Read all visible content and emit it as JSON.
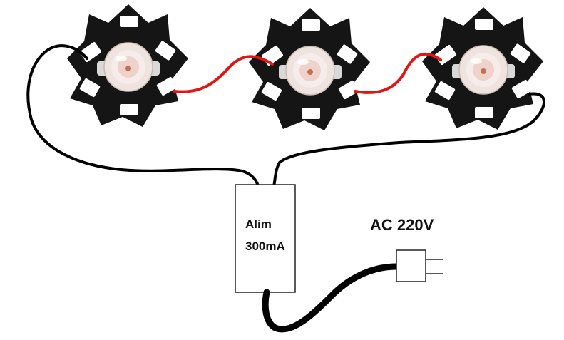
{
  "power_supply": {
    "line1": "Alim",
    "line2": "300mA"
  },
  "mains": {
    "label": "AC 220V"
  },
  "leds": [
    {
      "id": "led-1"
    },
    {
      "id": "led-2"
    },
    {
      "id": "led-3"
    }
  ],
  "colors": {
    "pcb": "#151515",
    "pad": "#ffffff",
    "lens": "#f2e6e2",
    "die": "#d07a62",
    "black_wire": "#000000",
    "red_wire": "#e31414",
    "box_stroke": "#222222"
  }
}
